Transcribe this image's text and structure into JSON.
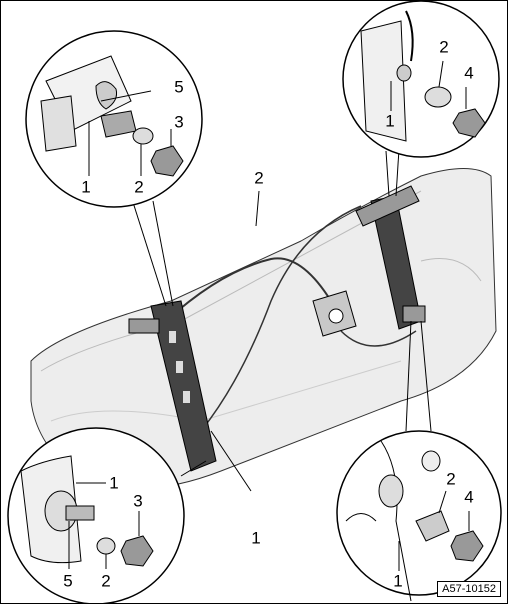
{
  "callouts": {
    "tl_1": "1",
    "tl_2": "2",
    "tl_3": "3",
    "tl_5": "5",
    "tr_1": "1",
    "tr_2": "2",
    "tr_4": "4",
    "door_2": "2",
    "door_1": "1",
    "bl_1": "1",
    "bl_2": "2",
    "bl_3": "3",
    "bl_5": "5",
    "br_1": "1",
    "br_2": "2",
    "br_4": "4"
  },
  "reference_code": "A57-10152",
  "colors": {
    "line": "#000000",
    "door_fill": "#ededed",
    "regulator_fill": "#c8c8c8",
    "rail_fill": "#444444"
  }
}
